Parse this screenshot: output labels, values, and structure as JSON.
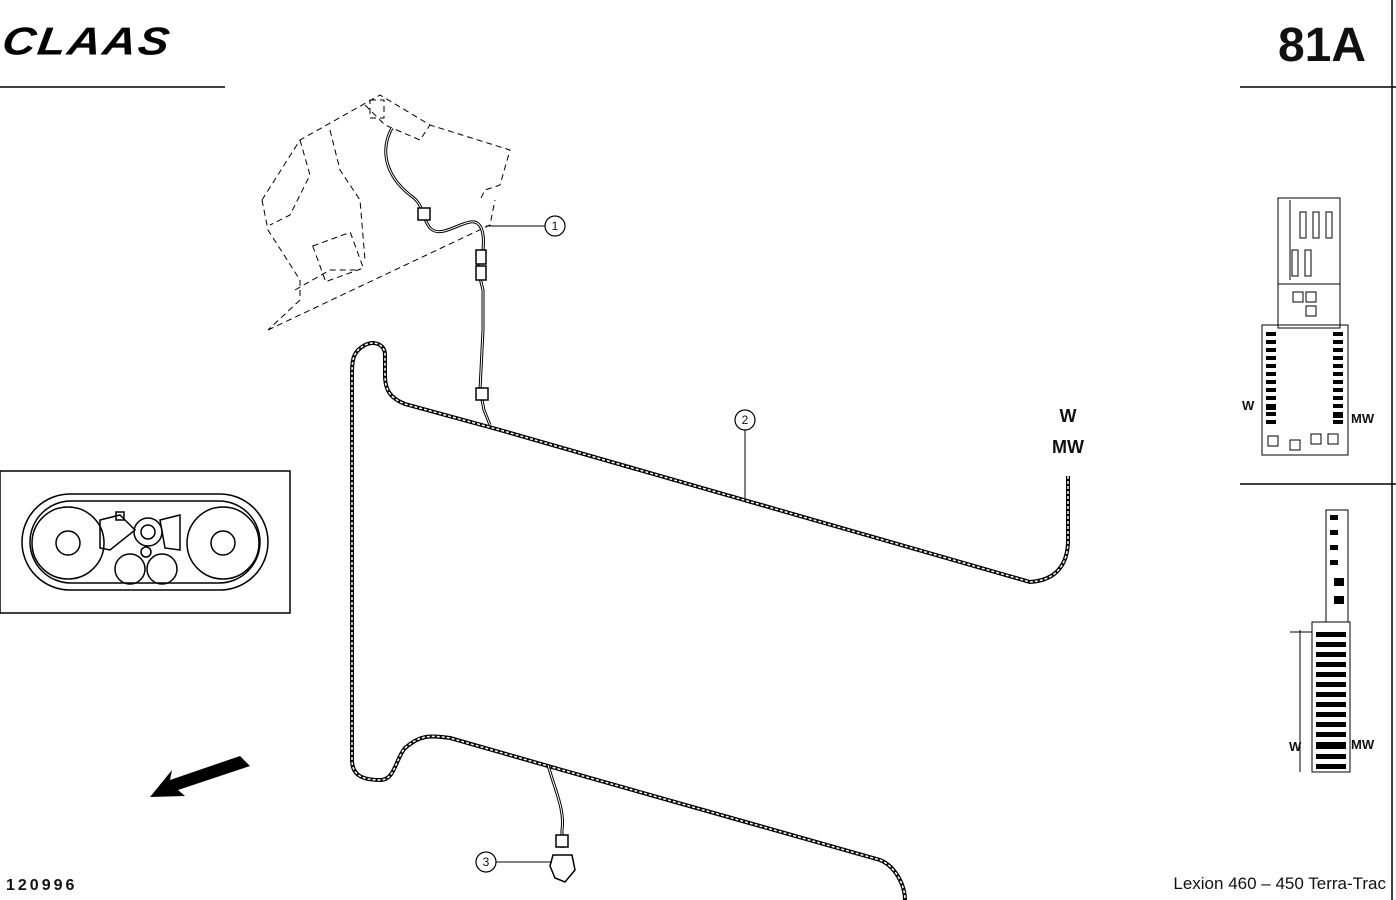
{
  "header": {
    "brand": "CLAAS",
    "page_number": "81A"
  },
  "diagram": {
    "callouts": [
      "1",
      "2",
      "3"
    ],
    "connector_labels": {
      "top": "W",
      "bottom": "MW"
    },
    "fusebox_top": {
      "left_label": "W",
      "right_label": "MW"
    },
    "fusebox_bottom": {
      "left_label": "W",
      "right_label": "MW"
    },
    "direction_arrow": "arrow-icon"
  },
  "footer": {
    "doc_number": "120996",
    "model": "Lexion 460 – 450 Terra-Trac"
  }
}
